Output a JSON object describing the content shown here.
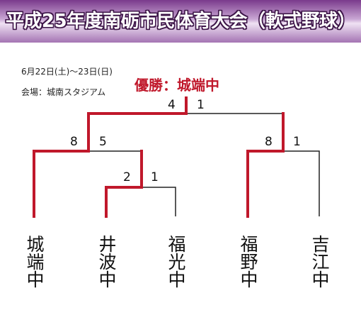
{
  "banner": {
    "title": "平成25年度南砺市民体育大会（軟式野球）"
  },
  "info": {
    "date": "6月22日(土)〜23日(日)",
    "venue": "会場：城南スタジアム"
  },
  "winner": {
    "text": "優勝：城端中"
  },
  "scores": {
    "final_left": "4",
    "final_right": "1",
    "semi_left_top": "8",
    "semi_left_bottom": "5",
    "first_round_left": "2",
    "first_round_right": "1",
    "semi_right_left": "8",
    "semi_right_right": "1"
  },
  "teams": [
    "城端中",
    "井波中",
    "福光中",
    "福野中",
    "吉江中"
  ],
  "colors": {
    "winner_line": "#c0182b",
    "loser_line": "#222222",
    "banner": "#7a3a8c"
  }
}
